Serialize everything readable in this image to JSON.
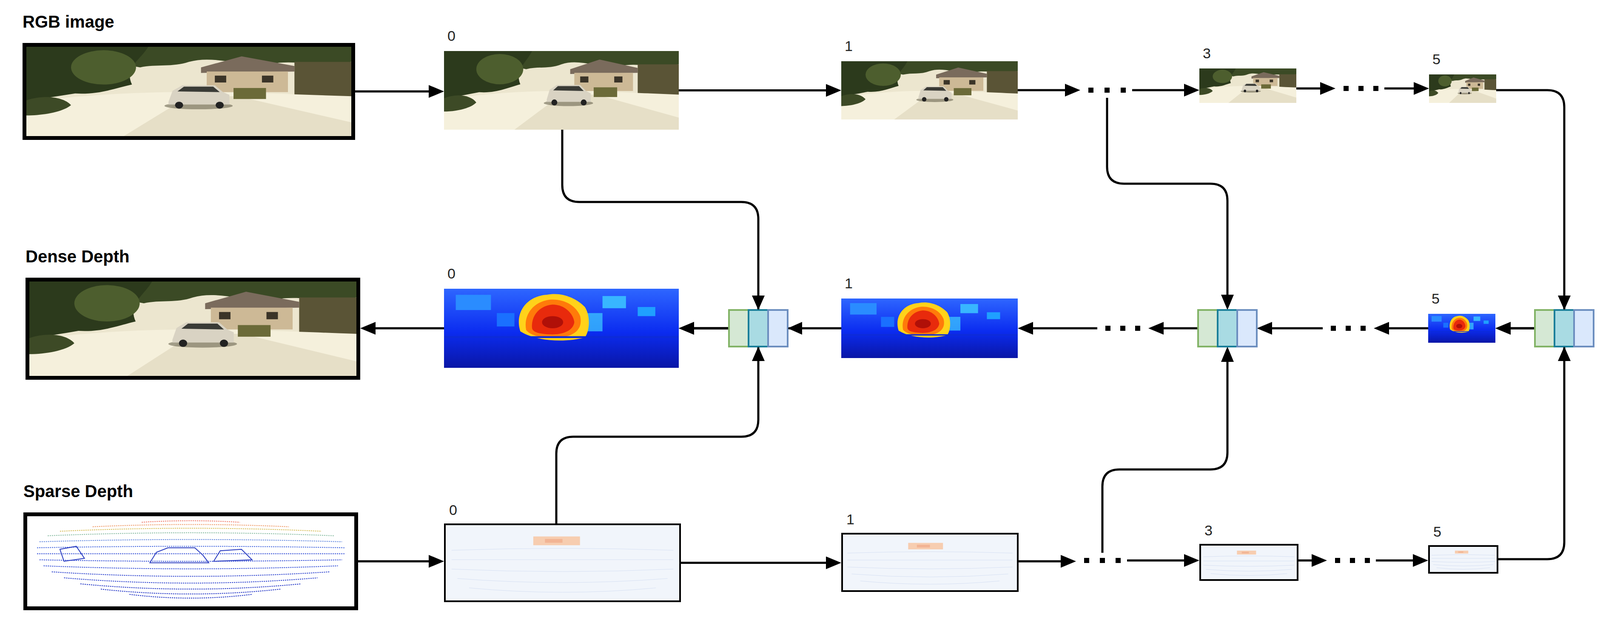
{
  "diagram": {
    "nodes": [
      {
        "text": [
          "RGB image"
        ]
      },
      {
        "text": [
          "0"
        ]
      },
      {
        "text": [
          "1"
        ]
      },
      {
        "text": [
          "3"
        ]
      },
      {
        "text": [
          "5"
        ]
      },
      {
        "text": [
          "Dense Depth"
        ]
      },
      {
        "text": [
          "0"
        ]
      },
      {
        "text": [
          "1"
        ]
      },
      {
        "text": [
          "5"
        ]
      },
      {
        "text": [
          "Sparse Depth"
        ]
      },
      {
        "text": [
          "0"
        ]
      },
      {
        "text": [
          "1"
        ]
      },
      {
        "text": [
          "3"
        ]
      },
      {
        "text": [
          "5"
        ]
      }
    ],
    "edges": [
      {
        "from": 0,
        "to": 1,
        "arrow": "to"
      },
      {
        "from": 1,
        "to": 2,
        "arrow": "to"
      },
      {
        "from": 1,
        "to": 6,
        "arrow": "to"
      },
      {
        "from": 4,
        "to": 8,
        "arrow": "to"
      },
      {
        "from": 6,
        "to": 5,
        "arrow": "to"
      },
      {
        "from": 7,
        "to": 6,
        "arrow": "to"
      },
      {
        "from": 9,
        "to": 10,
        "arrow": "to"
      },
      {
        "from": 10,
        "to": 11,
        "arrow": "to"
      },
      {
        "from": 10,
        "to": 6,
        "arrow": "to"
      },
      {
        "from": 13,
        "to": 8,
        "arrow": "to"
      }
    ]
  }
}
